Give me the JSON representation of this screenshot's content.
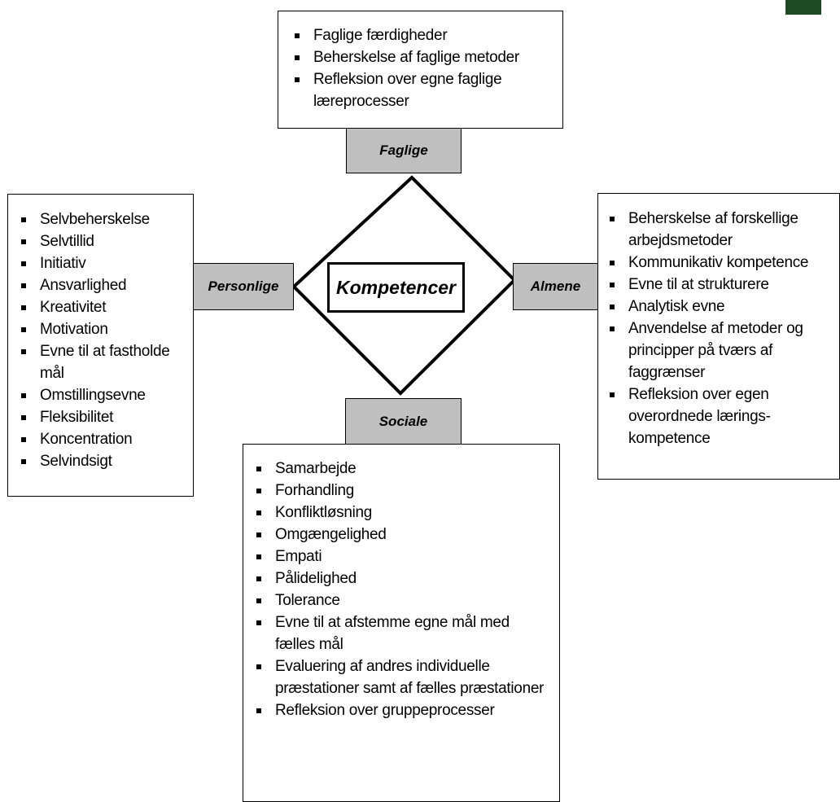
{
  "center": "Kompetencer",
  "sections": {
    "faglige": {
      "label": "Faglige",
      "items": [
        "Faglige færdigheder",
        "Beherskelse af faglige metoder",
        "Refleksion over egne faglige læreprocesser"
      ]
    },
    "personlige": {
      "label": "Personlige",
      "items": [
        "Selvbeherskelse",
        "Selvtillid",
        "Initiativ",
        "Ansvarlighed",
        "Kreativitet",
        "Motivation",
        "Evne til at fastholde mål",
        "Omstillingsevne",
        "Fleksibilitet",
        "Koncentration",
        "Selvindsigt"
      ]
    },
    "almene": {
      "label": "Almene",
      "items": [
        "Beherskelse af forskellige arbejdsmetoder",
        "Kommunikativ kompetence",
        "Evne til at strukturere",
        "Analytisk evne",
        "Anvendelse af metoder og principper på tværs af faggrænser",
        "Refleksion over egen overordnede lærings-kompetence"
      ]
    },
    "sociale": {
      "label": "Sociale",
      "items": [
        "Samarbejde",
        "Forhandling",
        "Konfliktløsning",
        "Omgængelighed",
        "Empati",
        "Pålidelighed",
        "Tolerance",
        "Evne til at afstemme egne mål med fælles mål",
        "Evaluering af andres individuelle præstationer samt af fælles præstationer",
        "Refleksion over gruppeprocesser"
      ]
    }
  }
}
